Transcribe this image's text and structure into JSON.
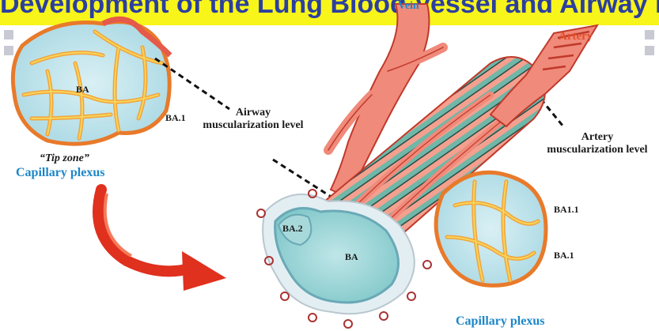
{
  "header": {
    "title": "Development of the Lung Blood Vessel and Airway Bending Regions"
  },
  "labels": {
    "vein": "Vein",
    "artery": "Artery",
    "ba_small": "BA",
    "ba1_small": "BA.1",
    "tip_zone": "“Tip zone”",
    "capillary_plexus_left": "Capillary plexus",
    "airway_musc_1": "Airway",
    "airway_musc_2": "muscularization level",
    "artery_musc_1": "Artery",
    "artery_musc_2": "muscularization level",
    "ba2": "BA.2",
    "ba_big": "BA",
    "ba11": "BA1.1",
    "ba1_big": "BA.1",
    "capillary_plexus_bottom": "Capillary plexus"
  },
  "colors": {
    "banner": "#f7f51a",
    "vessel_pink": "#f08a7a",
    "vessel_outline": "#c0392b",
    "airway_teal": "#9fd3d3",
    "capillary_yellow": "#f2c13a",
    "arrow_red": "#e0301e",
    "label_blue": "#1c86c8",
    "label_artery": "#e2502b"
  }
}
